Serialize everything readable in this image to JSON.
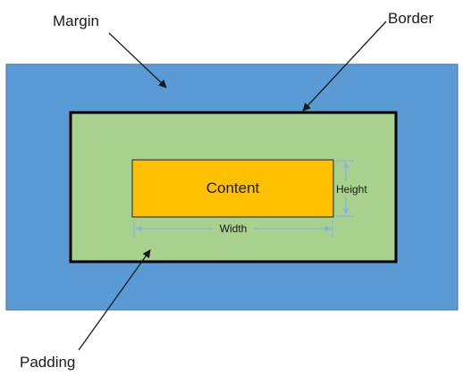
{
  "labels": {
    "margin": "Margin",
    "border": "Border",
    "padding": "Padding",
    "content": "Content",
    "height": "Height",
    "width": "Width"
  },
  "colors": {
    "margin_fill": "#5b9bd5",
    "margin_stroke": "#41719c",
    "padding_fill": "#a9d18e",
    "border_stroke": "#000000",
    "content_fill": "#ffc000",
    "content_stroke": "#2f3f5f",
    "dimension_line": "#8db3e2",
    "pointer_line": "#1a1a1a"
  }
}
